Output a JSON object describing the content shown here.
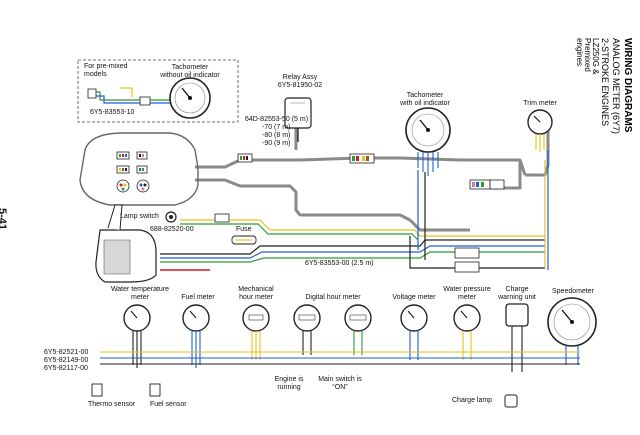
{
  "page_number": "5-41",
  "title": {
    "line1": "WIRING DIAGRAMS",
    "line2": "ANALOG METER (6Y7)",
    "line3": "2-STROKE ENGINES",
    "line4": "LZ250G &",
    "line5": "Premixed",
    "line6": "engines"
  },
  "premix_box": {
    "label_line1": "For pre-mixed",
    "label_line2": "models",
    "part": "6Y5-83553-10"
  },
  "labels": {
    "tach_no_oil_1": "Tachometer",
    "tach_no_oil_2": "without oil indicator",
    "relay_1": "Relay Assy",
    "relay_2": "6Y5-81950-02",
    "tach_oil_1": "Tachometer",
    "tach_oil_2": "with oil indicator",
    "trim_meter": "Trim meter",
    "harness_1": "64D-82553-50 (5 m)",
    "harness_2": "-70 (7 m)",
    "harness_3": "-80 (8 m)",
    "harness_4": "-90 (9 m)",
    "lamp_switch": "Lamp switch",
    "lamp_switch_part": "688-82520-00",
    "fuse": "Fuse",
    "cable_2_5": "6Y5-83553-00 (2.5 m)",
    "water_temp_1": "Water temperature",
    "water_temp_2": "meter",
    "fuel_meter": "Fuel meter",
    "mech_hour_1": "Mechanical",
    "mech_hour_2": "hour meter",
    "digital_hour": "Digital hour meter",
    "voltage": "Voltage meter",
    "water_press_1": "Water pressure",
    "water_press_2": "meter",
    "charge_warn_1": "Charge",
    "charge_warn_2": "warning unit",
    "speedometer": "Speedometer",
    "part_1": "6Y5-82521-00",
    "part_2": "6Y5-82149-00",
    "part_3": "6Y5-82117-00",
    "thermo": "Thermo sensor",
    "fuel_sensor": "Fuel sensor",
    "engine_running_1": "Engine is",
    "engine_running_2": "running",
    "main_switch_1": "Main switch is",
    "main_switch_2": "“ON”",
    "charge_lamp": "Charge lamp"
  },
  "wire_colors": {
    "black": "#222222",
    "gray": "#9a9a9a",
    "blue": "#1f5fd6",
    "green": "#2e9b3a",
    "yellow": "#e8c21a",
    "red": "#d21d1d",
    "brown": "#8a5a2b",
    "pink": "#e86fa0"
  }
}
